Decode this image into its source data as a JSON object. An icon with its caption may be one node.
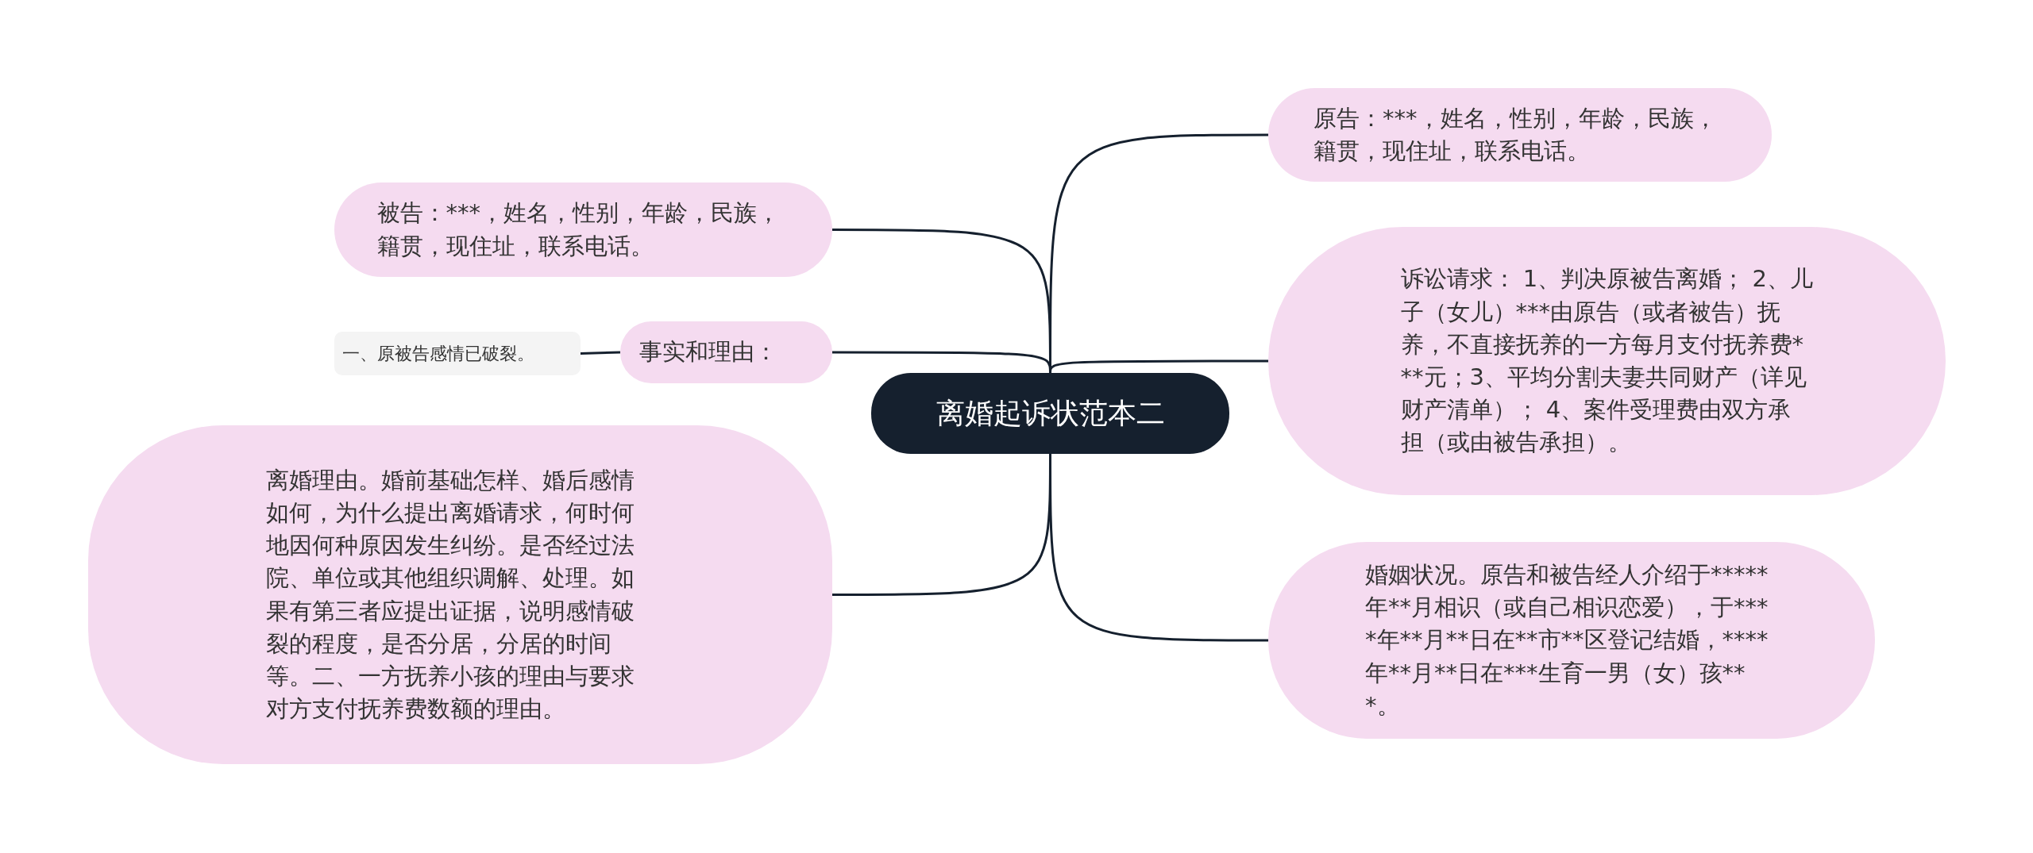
{
  "diagram": {
    "nodes": [
      {
        "text": [
          "离婚起诉状范本二"
        ]
      },
      {
        "text": [
          "原告：***，姓名，性别，年龄，民族，籍贯，现住址，联系电话。"
        ]
      },
      {
        "text": [
          "被告：***，姓名，性别，年龄，民族，籍贯，现住址，联系电话。"
        ]
      },
      {
        "text": [
          "诉讼请求： 1、判决原被告离婚； 2、儿子（女儿）***由原告（或者被告）抚养，不直接抚养的一方每月支付抚养费***元；3、平均分割夫妻共同财产（详见财产清单）； 4、案件受理费由双方承担（或由被告承担）。"
        ]
      },
      {
        "text": [
          "事实和理由："
        ]
      },
      {
        "text": [
          "一、原被告感情已破裂。"
        ]
      },
      {
        "text": [
          "离婚理由。婚前基础怎样、婚后感情如何，为什么提出离婚请求，何时何地因何种原因发生纠纷。是否经过法院、单位或其他组织调解、处理。如果有第三者应提出证据，说明感情破裂的程度，是否分居，分居的时间等。二、一方抚养小孩的理由与要求对方支付抚养费数额的理由。"
        ]
      },
      {
        "text": [
          "婚姻状况。原告和被告经人介绍于*****年**月相识（或自己相识恋爱），于****年**月**日在**市**区登记结婚，****年**月**日在***生育一男（女）孩***。"
        ]
      }
    ],
    "edges": [
      {
        "from": 0,
        "to": 1,
        "arrow": "none"
      },
      {
        "from": 0,
        "to": 2,
        "arrow": "none"
      },
      {
        "from": 0,
        "to": 3,
        "arrow": "none"
      },
      {
        "from": 0,
        "to": 4,
        "arrow": "none"
      },
      {
        "from": 4,
        "to": 5,
        "arrow": "none"
      },
      {
        "from": 0,
        "to": 6,
        "arrow": "none"
      },
      {
        "from": 0,
        "to": 7,
        "arrow": "none"
      }
    ]
  }
}
